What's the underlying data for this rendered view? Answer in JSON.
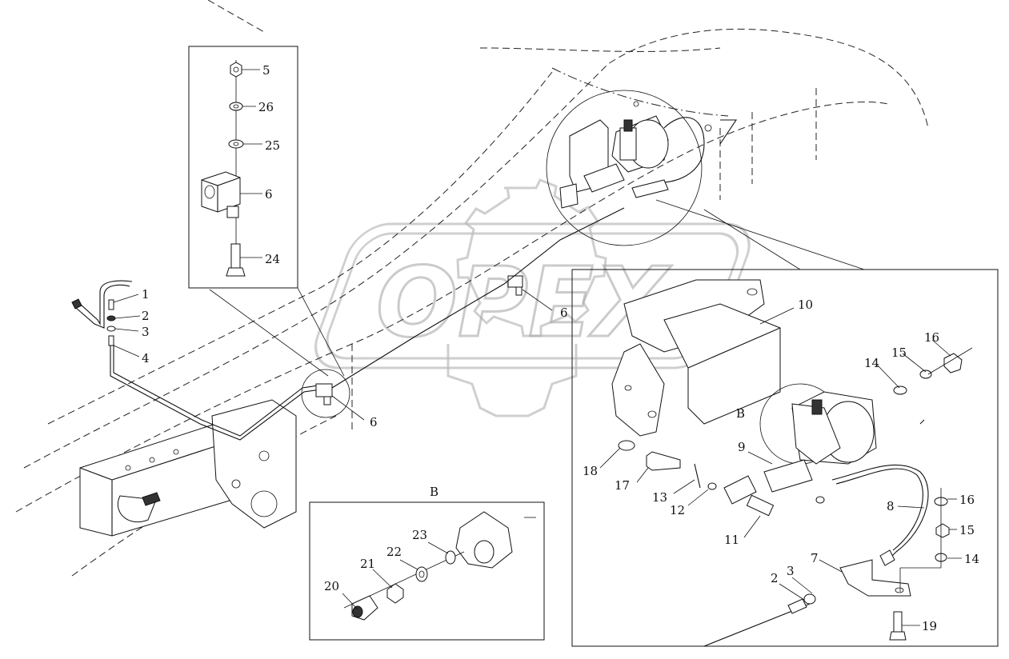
{
  "watermark": {
    "text": "OPEX"
  },
  "detail_labels": {
    "view_b": "B",
    "callout_b": "B"
  },
  "callouts": {
    "inset_top": [
      {
        "id": "c5",
        "text": "5"
      },
      {
        "id": "c26",
        "text": "26"
      },
      {
        "id": "c25",
        "text": "25"
      },
      {
        "id": "c6a",
        "text": "6"
      },
      {
        "id": "c24",
        "text": "24"
      }
    ],
    "main": [
      {
        "id": "c1",
        "text": "1"
      },
      {
        "id": "c2a",
        "text": "2"
      },
      {
        "id": "c3a",
        "text": "3"
      },
      {
        "id": "c4",
        "text": "4"
      },
      {
        "id": "c6b",
        "text": "6"
      },
      {
        "id": "c6c",
        "text": "6"
      }
    ],
    "detail_b": [
      {
        "id": "c20",
        "text": "20"
      },
      {
        "id": "c21",
        "text": "21"
      },
      {
        "id": "c22",
        "text": "22"
      },
      {
        "id": "c23",
        "text": "23"
      }
    ],
    "detail_right": [
      {
        "id": "c10",
        "text": "10"
      },
      {
        "id": "c16a",
        "text": "16"
      },
      {
        "id": "c15a",
        "text": "15"
      },
      {
        "id": "c14a",
        "text": "14"
      },
      {
        "id": "c9",
        "text": "9"
      },
      {
        "id": "c18",
        "text": "18"
      },
      {
        "id": "c17",
        "text": "17"
      },
      {
        "id": "c13",
        "text": "13"
      },
      {
        "id": "c12",
        "text": "12"
      },
      {
        "id": "c11",
        "text": "11"
      },
      {
        "id": "c8",
        "text": "8"
      },
      {
        "id": "c16b",
        "text": "16"
      },
      {
        "id": "c15b",
        "text": "15"
      },
      {
        "id": "c14b",
        "text": "14"
      },
      {
        "id": "c7",
        "text": "7"
      },
      {
        "id": "c2b",
        "text": "2"
      },
      {
        "id": "c3b",
        "text": "3"
      },
      {
        "id": "c19",
        "text": "19"
      }
    ]
  }
}
